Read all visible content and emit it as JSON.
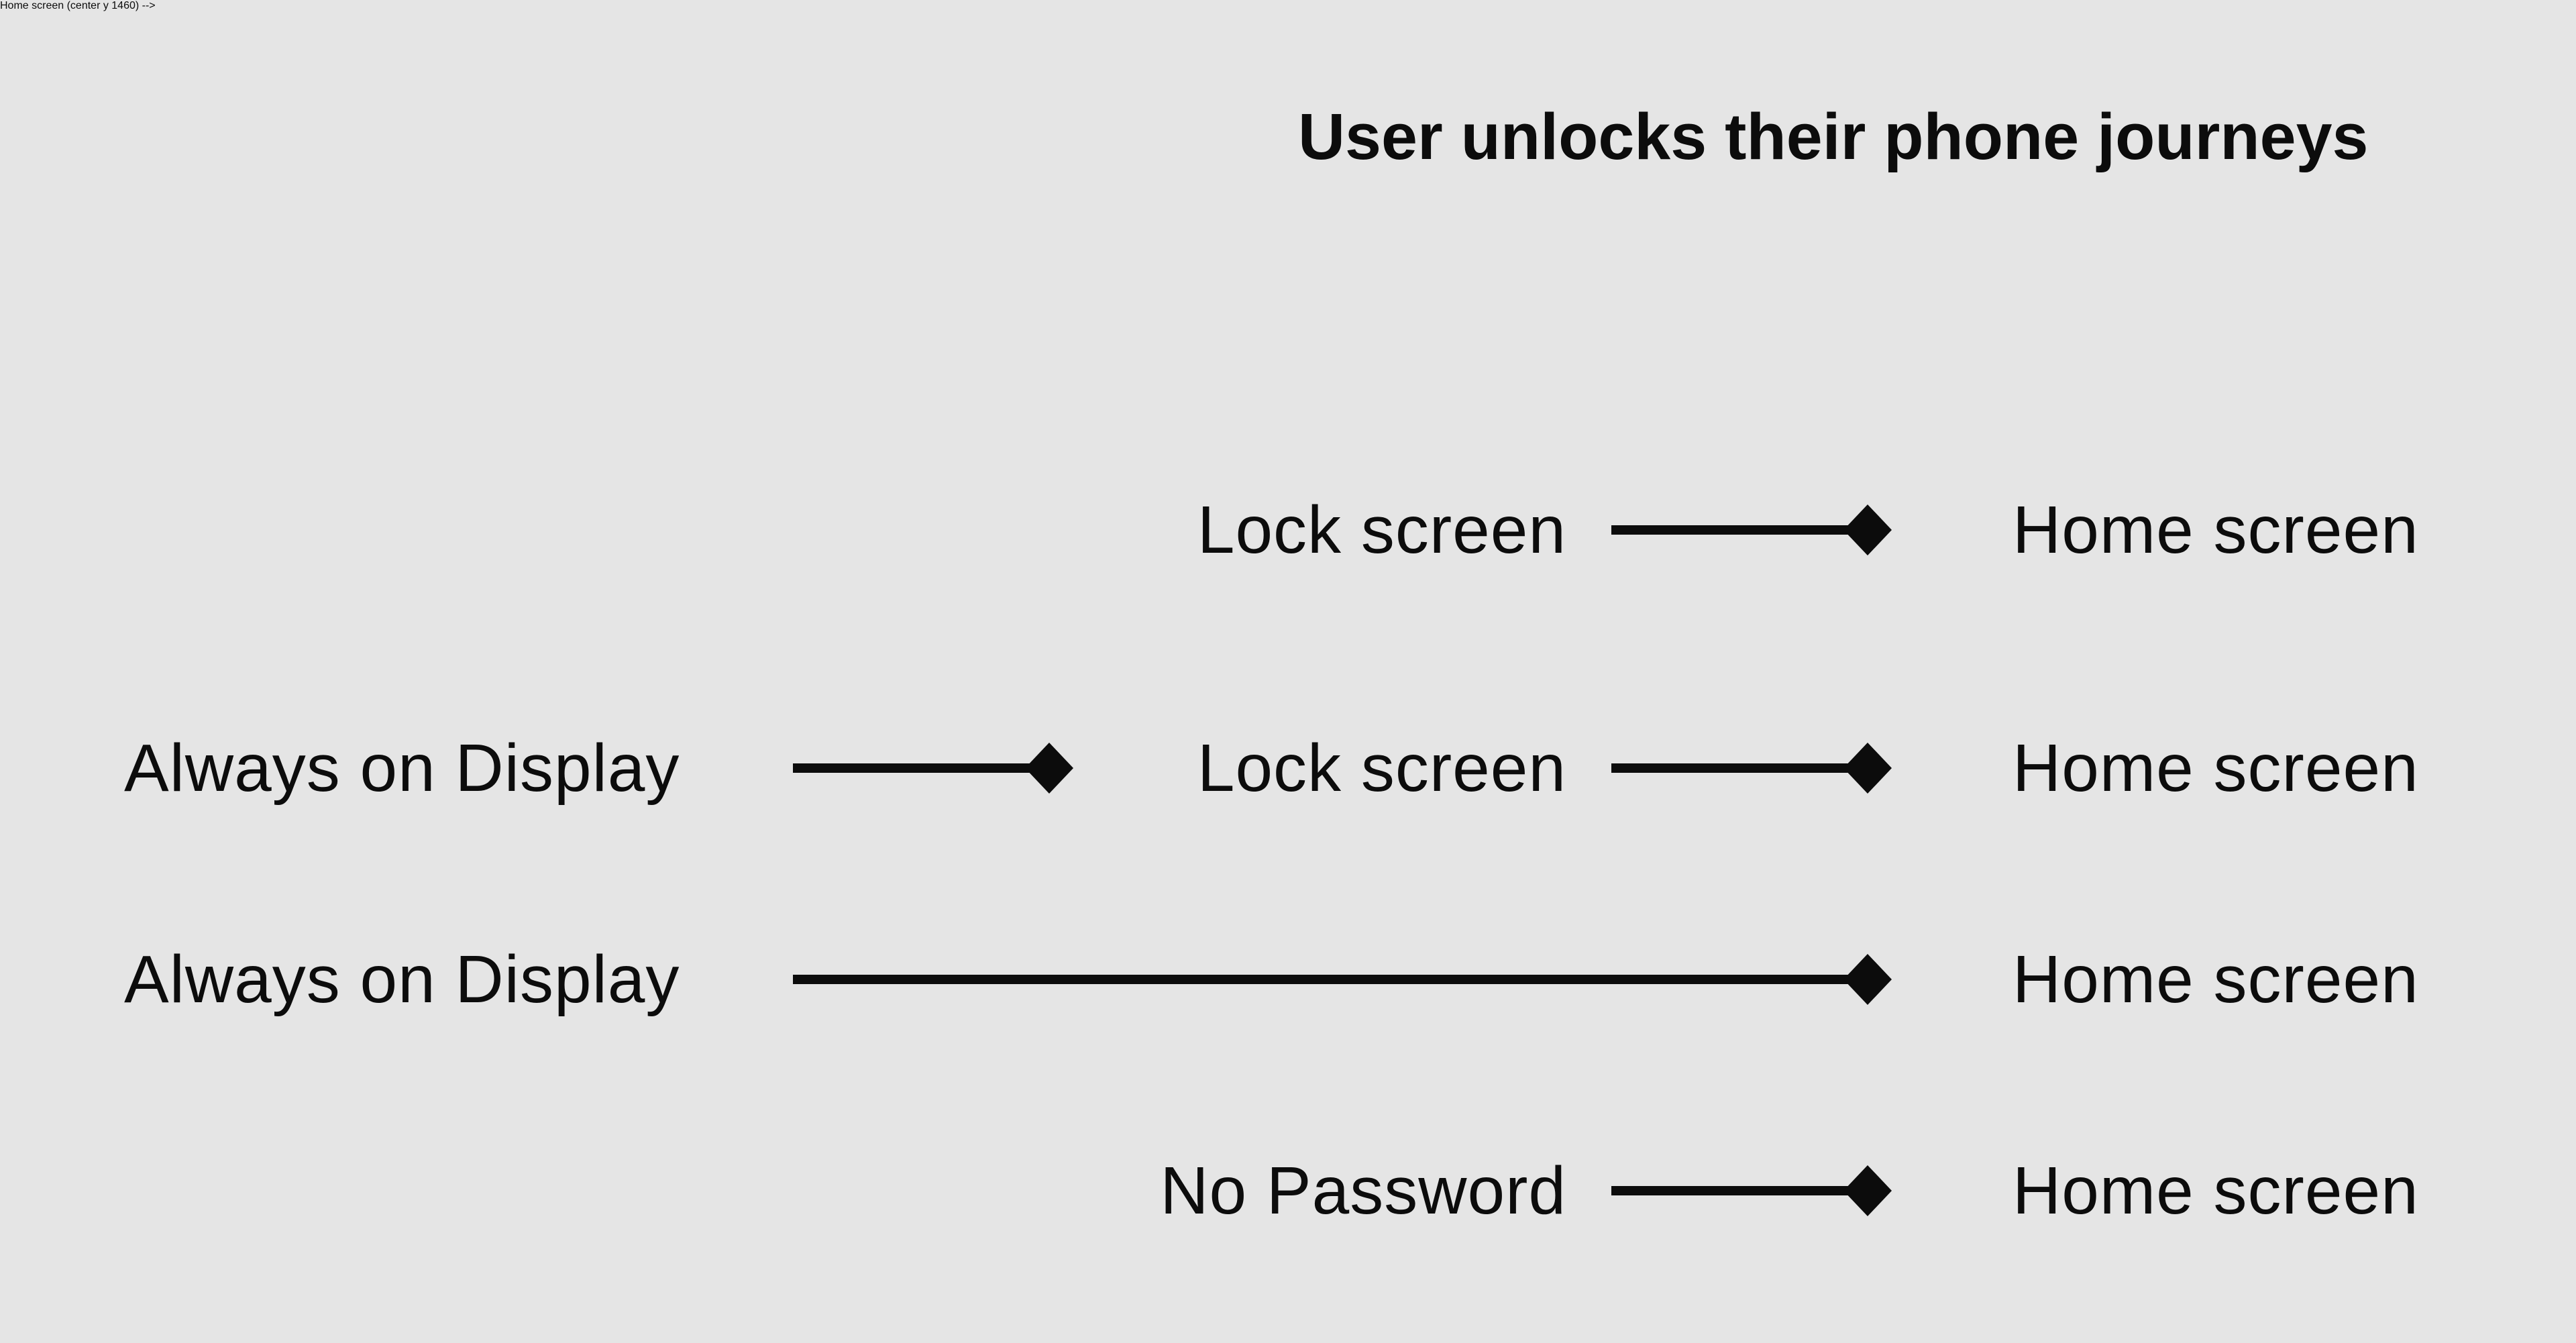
{
  "canvas": {
    "background": "#e5e5e5",
    "ink": "#0c0c0c"
  },
  "title": "User unlocks their phone journeys",
  "journeys": [
    {
      "name": "journey-1",
      "steps": [
        "Lock screen",
        "Home screen"
      ]
    },
    {
      "name": "journey-2",
      "steps": [
        "Always on Display",
        "Lock screen",
        "Home screen"
      ]
    },
    {
      "name": "journey-3",
      "steps": [
        "Always on Display",
        "Home screen"
      ]
    },
    {
      "name": "journey-4",
      "steps": [
        "No Password",
        "Home screen"
      ]
    }
  ]
}
